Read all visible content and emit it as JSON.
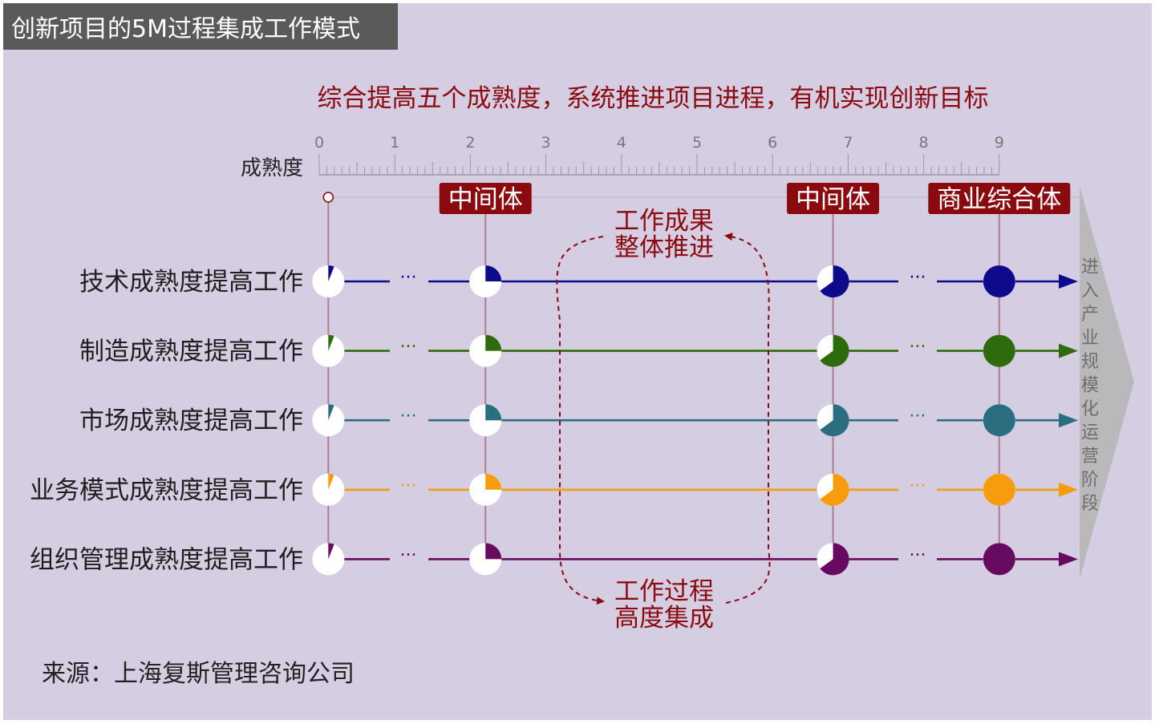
{
  "title": "创新项目的5M过程集成工作模式",
  "subtitle": "综合提高五个成熟度，系统推进项目进程，有机实现创新目标",
  "scale": {
    "label": "成熟度",
    "ticks": [
      "0",
      "1",
      "2",
      "3",
      "4",
      "5",
      "6",
      "7",
      "8",
      "9"
    ]
  },
  "milestones": [
    {
      "label": "中间体",
      "level": 2.2
    },
    {
      "label": "中间体",
      "level": 6.8
    },
    {
      "label": "商业综合体",
      "level": 9
    }
  ],
  "start_level": 0.12,
  "works": [
    {
      "label": "技术成熟度提高工作",
      "color": "#0d0a8c",
      "fill": [
        0.06,
        0.25,
        0.65,
        1
      ]
    },
    {
      "label": "制造成熟度提高工作",
      "color": "#2e6b0c",
      "fill": [
        0.06,
        0.25,
        0.65,
        1
      ]
    },
    {
      "label": "市场成熟度提高工作",
      "color": "#2a6e80",
      "fill": [
        0.06,
        0.25,
        0.65,
        1
      ]
    },
    {
      "label": "业务模式成熟度提高工作",
      "color": "#f79c0c",
      "fill": [
        0.06,
        0.25,
        0.65,
        1
      ]
    },
    {
      "label": "组织管理成熟度提高工作",
      "color": "#660b60",
      "fill": [
        0.06,
        0.25,
        0.65,
        1
      ]
    }
  ],
  "ellipsis": "···",
  "loop": {
    "top_lines": [
      "工作成果",
      "整体推进"
    ],
    "bottom_lines": [
      "工作过程",
      "高度集成"
    ]
  },
  "arrow_text": [
    "进",
    "入",
    "产",
    "业",
    "规",
    "模",
    "化",
    "运",
    "营",
    "阶",
    "段"
  ],
  "source": "来源：上海复斯管理咨询公司",
  "colors": {
    "background": "#d5cde1",
    "title_bg": "#5a5a5a",
    "accent": "#8b0a10",
    "vline": "#b07f8f",
    "arrow": "#b9b9bb"
  }
}
